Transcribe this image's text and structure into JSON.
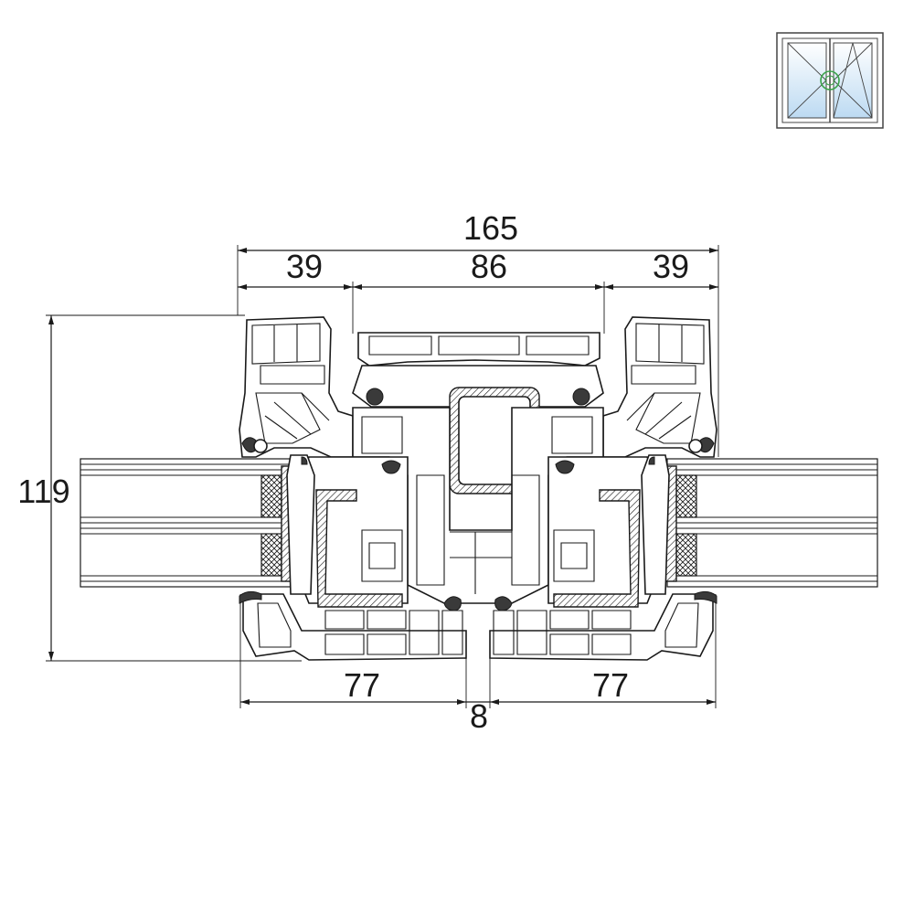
{
  "dimensions": {
    "overall_width": "165",
    "left_leaf_overlap": "39",
    "center_width": "86",
    "right_leaf_overlap": "39",
    "height": "119",
    "left_sash": "77",
    "right_sash": "77",
    "gap": "8"
  },
  "icon": {
    "name": "double-window-tilt-turn-icon",
    "accent_color": "#3aa34a",
    "glass_color": "#cfe6f7"
  },
  "colors": {
    "line": "#1a1a1a",
    "background": "#ffffff"
  }
}
